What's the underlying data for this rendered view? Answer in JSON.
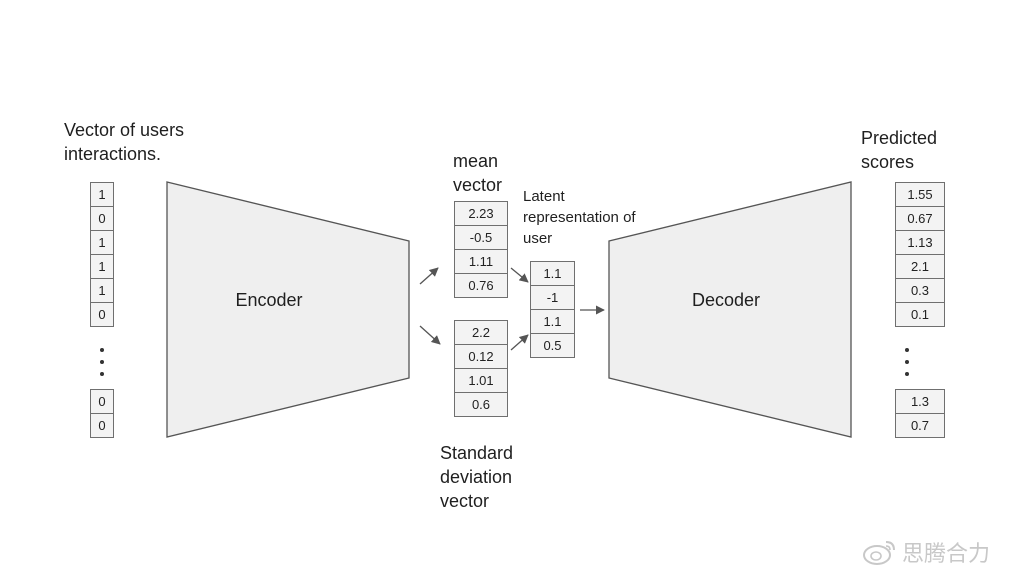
{
  "input": {
    "label_line1": "Vector of users",
    "label_line2": "interactions.",
    "top_values": [
      "1",
      "0",
      "1",
      "1",
      "1",
      "0"
    ],
    "bottom_values": [
      "0",
      "0"
    ]
  },
  "encoder": {
    "label": "Encoder"
  },
  "mean": {
    "label_line1": "mean",
    "label_line2": "vector",
    "values": [
      "2.23",
      "-0.5",
      "1.11",
      "0.76"
    ]
  },
  "std": {
    "label_line1": "Standard",
    "label_line2": "deviation",
    "label_line3": "vector",
    "values": [
      "2.2",
      "0.12",
      "1.01",
      "0.6"
    ]
  },
  "latent": {
    "label_line1": "Latent",
    "label_line2": "representation of",
    "label_line3": "user",
    "values": [
      "1.1",
      "-1",
      "1.1",
      "0.5"
    ]
  },
  "decoder": {
    "label": "Decoder"
  },
  "output": {
    "label_line1": "Predicted",
    "label_line2": "scores",
    "top_values": [
      "1.55",
      "0.67",
      "1.13",
      "2.1",
      "0.3",
      "0.1"
    ],
    "bottom_values": [
      "1.3",
      "0.7"
    ]
  },
  "watermark": {
    "text": "思腾合力"
  }
}
